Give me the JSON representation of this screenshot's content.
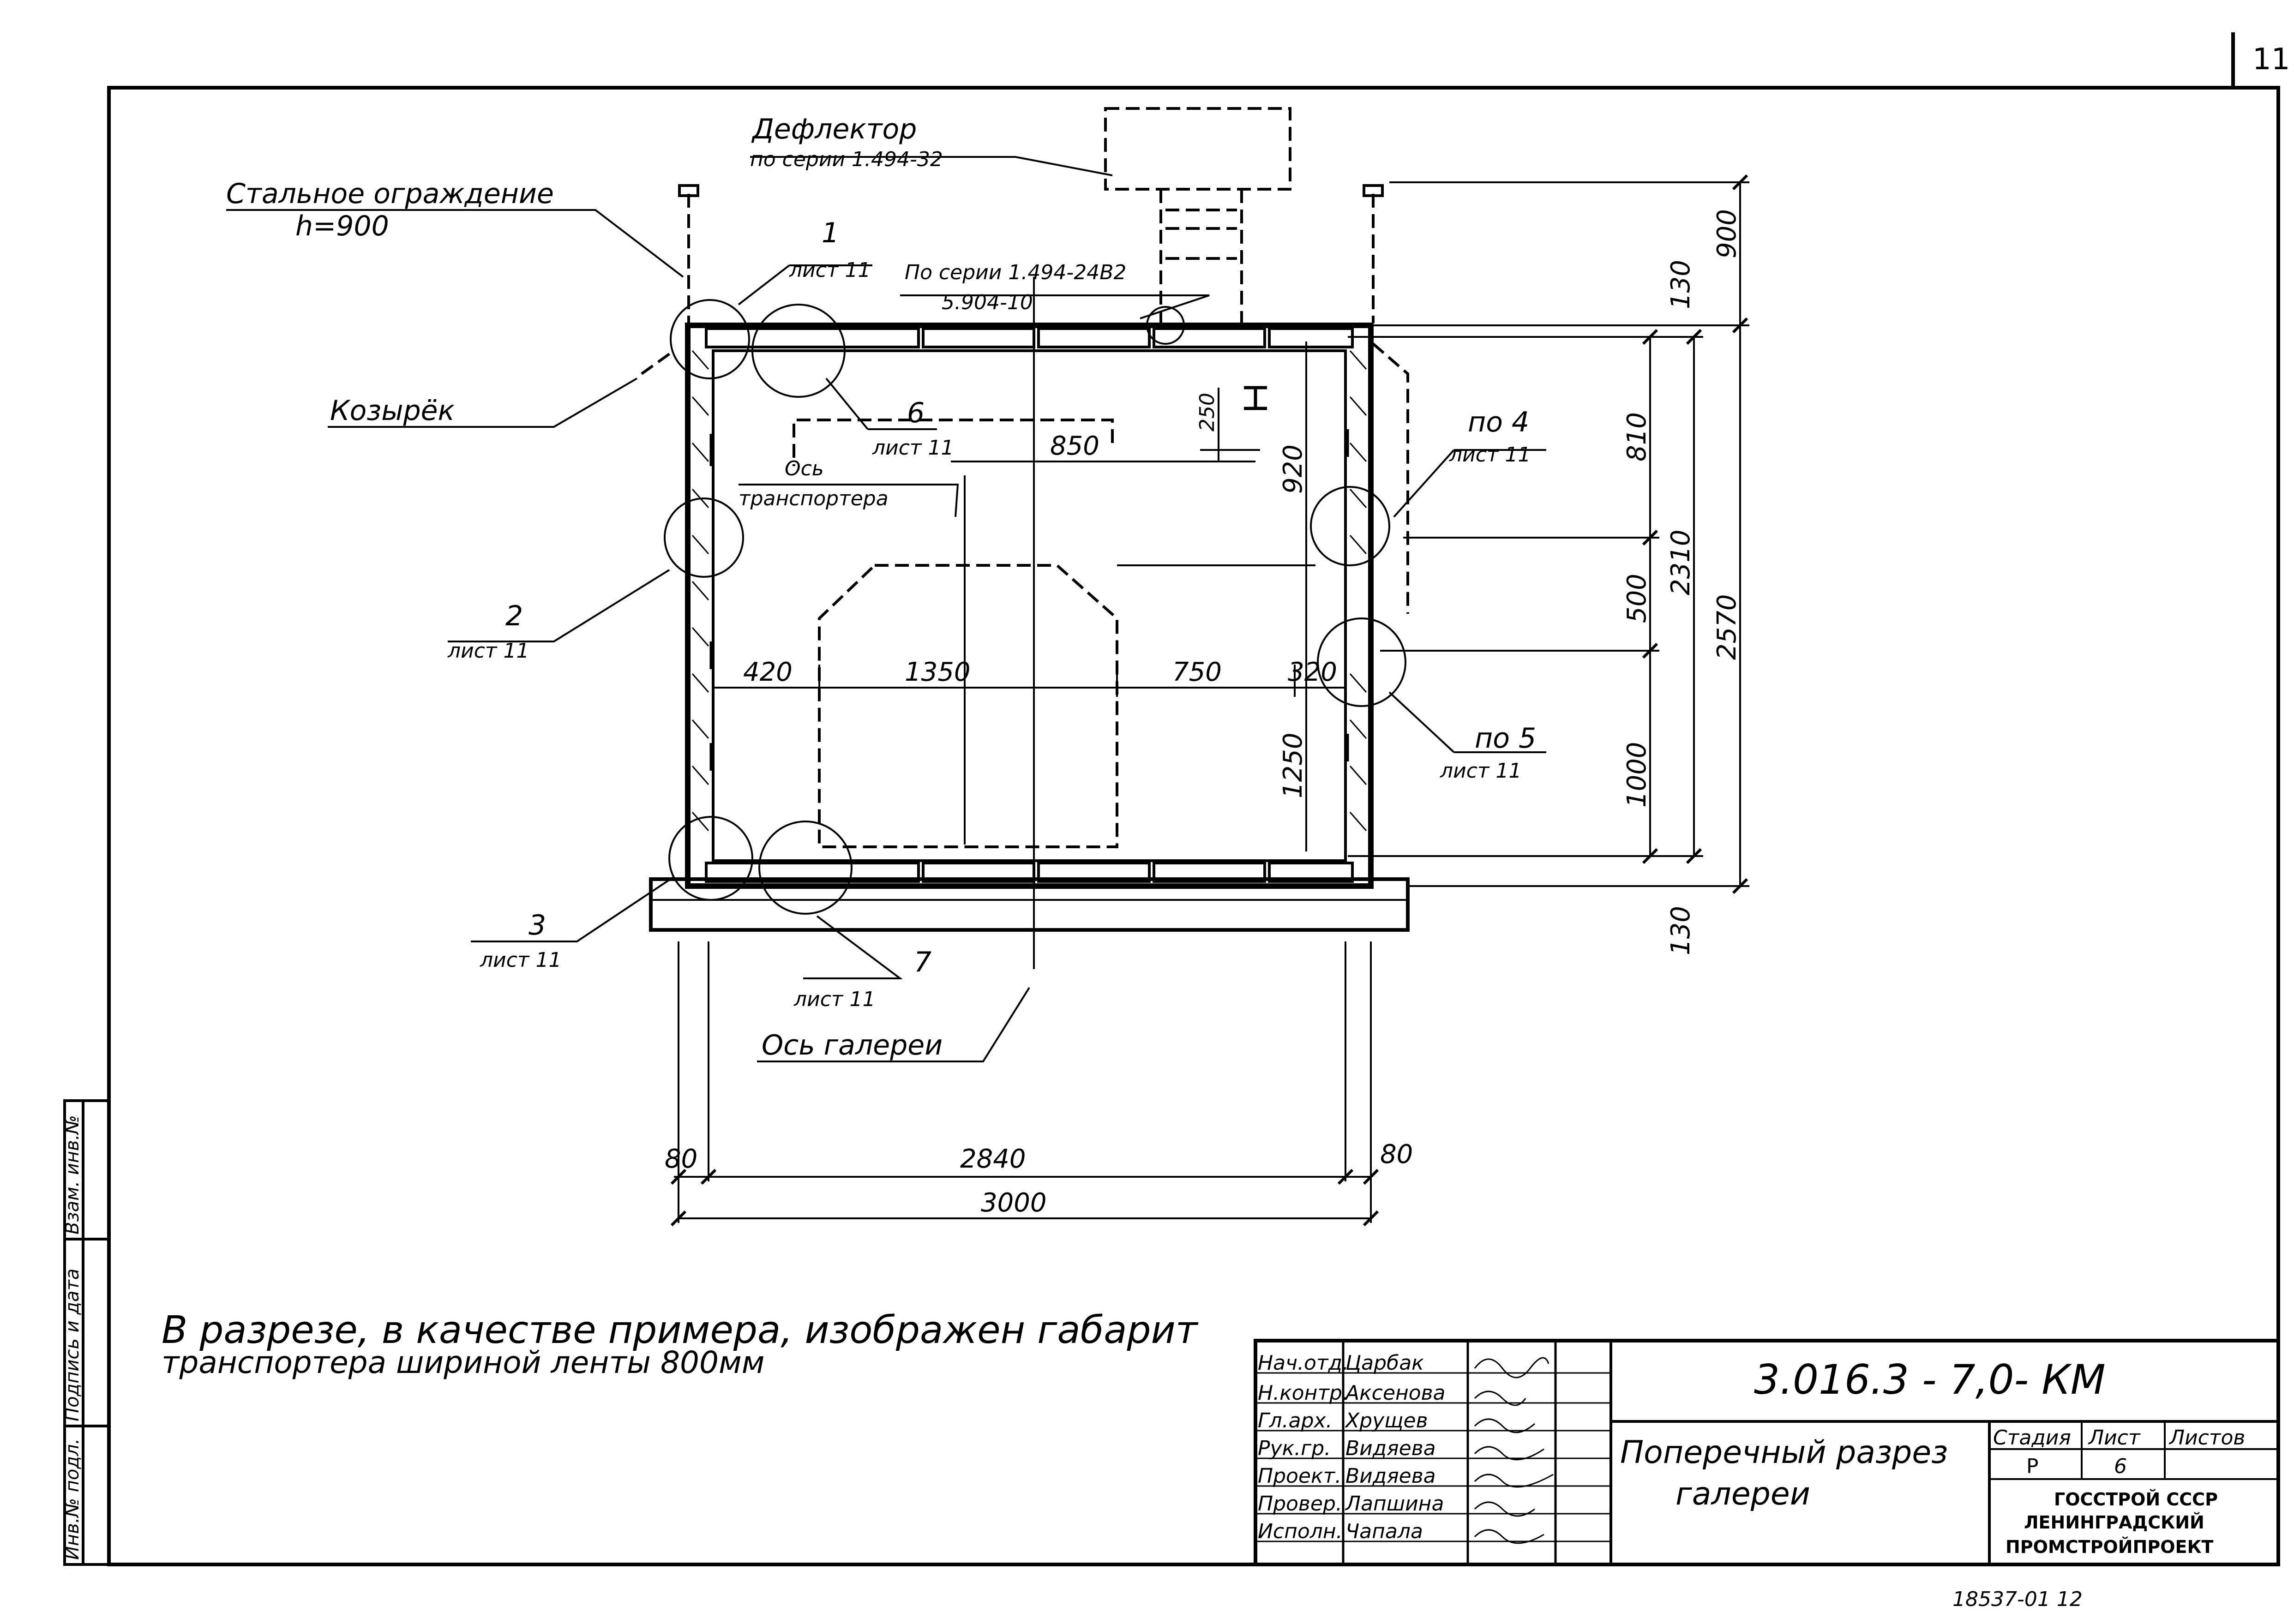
{
  "page_number": "11",
  "labels": {
    "deflector_title": "Дефлектор",
    "deflector_series": "по серии 1.494-32",
    "steel_fence": "Стальное ограждение",
    "fence_height": "h=900",
    "canopy": "Козырёк",
    "series_ref": "По серии 1.494-24В2",
    "series_ref2": "5.904-10",
    "conveyor_axis_1": "Ось",
    "conveyor_axis_2": "транспортера",
    "gallery_axis": "Ось галереи"
  },
  "callouts": [
    {
      "num": "1",
      "sheet": "лист 11"
    },
    {
      "num": "2",
      "sheet": "лист 11"
    },
    {
      "num": "3",
      "sheet": "лист 11"
    },
    {
      "num": "по 4",
      "sheet": "лист 11"
    },
    {
      "num": "по 5",
      "sheet": "лист 11"
    },
    {
      "num": "6",
      "sheet": "лист 11"
    },
    {
      "num": "7",
      "sheet": "лист 11"
    }
  ],
  "dimensions": {
    "d900": "900",
    "d130_top": "130",
    "d130_bot": "130",
    "d810": "810",
    "d500": "500",
    "d1000": "1000",
    "d2310": "2310",
    "d2570": "2570",
    "d250": "250",
    "d850": "850",
    "d920": "920",
    "d1250": "1250",
    "d420": "420",
    "d1350": "1350",
    "d750": "750",
    "d320": "320",
    "d80_left": "80",
    "d80_right": "80",
    "d2840": "2840",
    "d3000": "3000"
  },
  "note": {
    "line1": "В разрезе, в качестве   примера,  изображен габарит",
    "line2": "транспортера шириной  ленты  800мм"
  },
  "title_block": {
    "code": "3.016.3 - 7,0- КМ",
    "drawing_title_1": "Поперечный разрез",
    "drawing_title_2": "галереи",
    "headers": {
      "stage": "Стадия",
      "sheet": "Лист",
      "sheets": "Листов"
    },
    "values": {
      "stage": "Р",
      "sheet": "6",
      "sheets": ""
    },
    "org_1": "ГОССТРОЙ СССР",
    "org_2": "ЛЕНИНГРАДСКИЙ",
    "org_3": "ПРОМСТРОЙПРОЕКТ",
    "staff": [
      {
        "role": "Нач.отд.",
        "name": "Царбак"
      },
      {
        "role": "Н.контр.",
        "name": "Аксенова"
      },
      {
        "role": "Гл.арх.",
        "name": "Хрущев"
      },
      {
        "role": "Рук.гр.",
        "name": "Видяева"
      },
      {
        "role": "Проект.",
        "name": "Видяева"
      },
      {
        "role": "Провер.",
        "name": "Лапшина"
      },
      {
        "role": "Исполн.",
        "name": "Чапала"
      }
    ]
  },
  "side_stamp": {
    "inv_no": "Инв.№ подл.",
    "sign_date": "Подпись и дата",
    "replace_inv": "Взам. инв.№"
  },
  "footer_number": "18537-01  12"
}
